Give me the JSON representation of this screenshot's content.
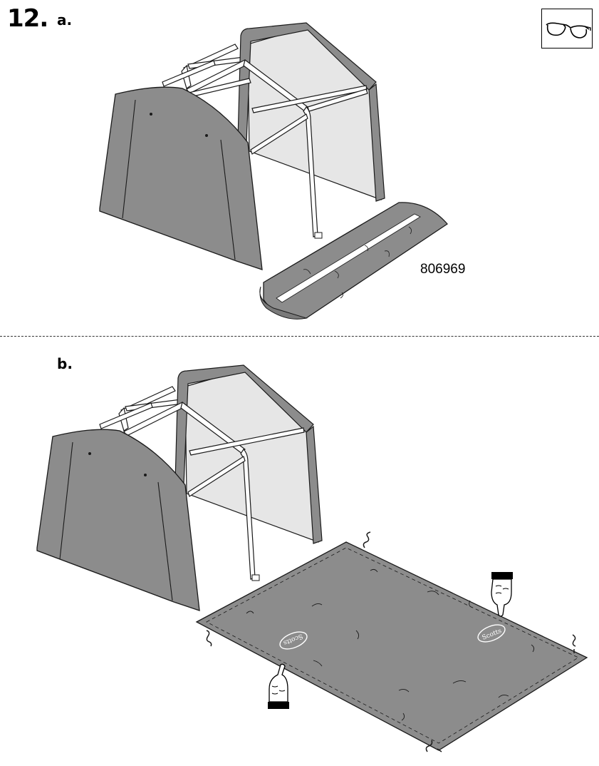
{
  "step": {
    "number": "12.",
    "sub_a": "a.",
    "sub_b": "b."
  },
  "part": {
    "number": "806969"
  },
  "icons": {
    "safety": "safety-glasses-icon",
    "hand": "pointing-hand-icon",
    "stake": "ground-stake-icon"
  },
  "floor": {
    "logo_text": "Scotts"
  },
  "colors": {
    "fabric": "#8c8c8c",
    "fabric_dark": "#7a7a7a",
    "panel_light": "#e6e6e6",
    "frame": "#ffffff",
    "outline": "#1a1a1a"
  }
}
